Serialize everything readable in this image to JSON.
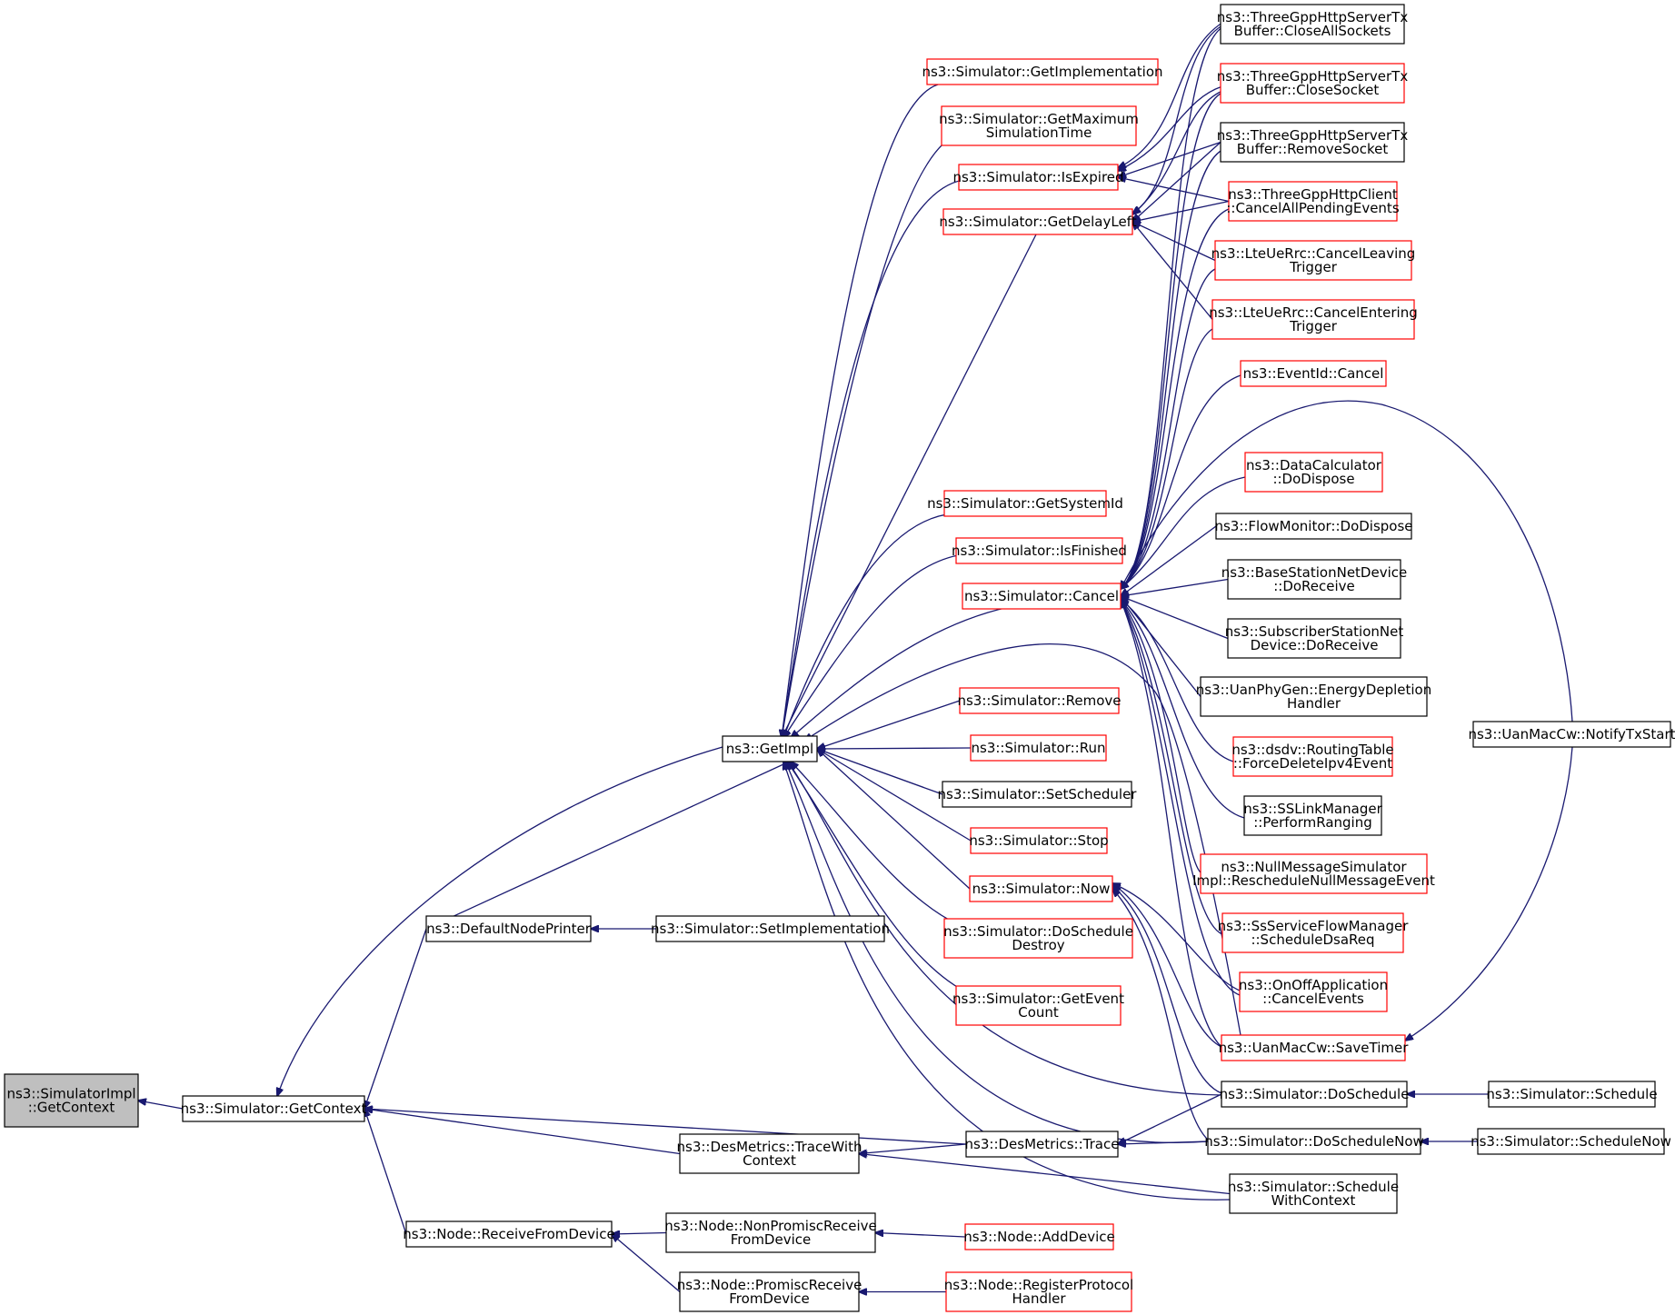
{
  "diagram": {
    "colors": {
      "edge": "#191970",
      "border_default": "#000000",
      "border_truncated": "#ff0000",
      "focus_fill": "#bfbfbf"
    },
    "nodes": [
      {
        "id": "n0",
        "lines": [
          "ns3::SimulatorImpl",
          "::GetContext"
        ],
        "border": "focus"
      },
      {
        "id": "n1",
        "lines": [
          "ns3::Simulator::GetContext"
        ],
        "border": "black"
      },
      {
        "id": "n2",
        "lines": [
          "ns3::DefaultNodePrinter"
        ],
        "border": "black"
      },
      {
        "id": "n3",
        "lines": [
          "ns3::Node::ReceiveFromDevice"
        ],
        "border": "black"
      },
      {
        "id": "n4",
        "lines": [
          "ns3::DesMetrics::TraceWith",
          "Context"
        ],
        "border": "black"
      },
      {
        "id": "n5",
        "lines": [
          "ns3::GetImpl"
        ],
        "border": "black"
      },
      {
        "id": "n6",
        "lines": [
          "ns3::Simulator::SetImplementation"
        ],
        "border": "black"
      },
      {
        "id": "n7",
        "lines": [
          "ns3::Node::NonPromiscReceive",
          "FromDevice"
        ],
        "border": "black"
      },
      {
        "id": "n8",
        "lines": [
          "ns3::Node::PromiscReceive",
          "FromDevice"
        ],
        "border": "black"
      },
      {
        "id": "n9",
        "lines": [
          "ns3::DesMetrics::Trace"
        ],
        "border": "black"
      },
      {
        "id": "n10",
        "lines": [
          "ns3::Simulator::GetImplementation"
        ],
        "border": "red"
      },
      {
        "id": "n11",
        "lines": [
          "ns3::Simulator::GetMaximum",
          "SimulationTime"
        ],
        "border": "red"
      },
      {
        "id": "n12",
        "lines": [
          "ns3::Simulator::IsExpired"
        ],
        "border": "red"
      },
      {
        "id": "n13",
        "lines": [
          "ns3::Simulator::GetDelayLeft"
        ],
        "border": "red"
      },
      {
        "id": "n14",
        "lines": [
          "ns3::Simulator::GetSystemId"
        ],
        "border": "red"
      },
      {
        "id": "n15",
        "lines": [
          "ns3::Simulator::IsFinished"
        ],
        "border": "red"
      },
      {
        "id": "n16",
        "lines": [
          "ns3::Simulator::Cancel"
        ],
        "border": "red"
      },
      {
        "id": "n17",
        "lines": [
          "ns3::Simulator::Remove"
        ],
        "border": "red"
      },
      {
        "id": "n18",
        "lines": [
          "ns3::Simulator::Run"
        ],
        "border": "red"
      },
      {
        "id": "n19",
        "lines": [
          "ns3::Simulator::SetScheduler"
        ],
        "border": "black"
      },
      {
        "id": "n20",
        "lines": [
          "ns3::Simulator::Stop"
        ],
        "border": "red"
      },
      {
        "id": "n21",
        "lines": [
          "ns3::Simulator::Now"
        ],
        "border": "red"
      },
      {
        "id": "n22",
        "lines": [
          "ns3::Simulator::DoSchedule",
          "Destroy"
        ],
        "border": "red"
      },
      {
        "id": "n23",
        "lines": [
          "ns3::Simulator::GetEvent",
          "Count"
        ],
        "border": "red"
      },
      {
        "id": "n24",
        "lines": [
          "ns3::Node::AddDevice"
        ],
        "border": "red"
      },
      {
        "id": "n25",
        "lines": [
          "ns3::Node::RegisterProtocol",
          "Handler"
        ],
        "border": "red"
      },
      {
        "id": "n26",
        "lines": [
          "ns3::ThreeGppHttpServerTx",
          "Buffer::CloseAllSockets"
        ],
        "border": "black"
      },
      {
        "id": "n27",
        "lines": [
          "ns3::ThreeGppHttpServerTx",
          "Buffer::CloseSocket"
        ],
        "border": "red"
      },
      {
        "id": "n28",
        "lines": [
          "ns3::ThreeGppHttpServerTx",
          "Buffer::RemoveSocket"
        ],
        "border": "black"
      },
      {
        "id": "n29",
        "lines": [
          "ns3::ThreeGppHttpClient",
          "::CancelAllPendingEvents"
        ],
        "border": "red"
      },
      {
        "id": "n30",
        "lines": [
          "ns3::LteUeRrc::CancelLeaving",
          "Trigger"
        ],
        "border": "red"
      },
      {
        "id": "n31",
        "lines": [
          "ns3::LteUeRrc::CancelEntering",
          "Trigger"
        ],
        "border": "red"
      },
      {
        "id": "n32",
        "lines": [
          "ns3::EventId::Cancel"
        ],
        "border": "red"
      },
      {
        "id": "n33",
        "lines": [
          "ns3::DataCalculator",
          "::DoDispose"
        ],
        "border": "red"
      },
      {
        "id": "n34",
        "lines": [
          "ns3::FlowMonitor::DoDispose"
        ],
        "border": "black"
      },
      {
        "id": "n35",
        "lines": [
          "ns3::BaseStationNetDevice",
          "::DoReceive"
        ],
        "border": "black"
      },
      {
        "id": "n36",
        "lines": [
          "ns3::SubscriberStationNet",
          "Device::DoReceive"
        ],
        "border": "black"
      },
      {
        "id": "n37",
        "lines": [
          "ns3::UanPhyGen::EnergyDepletion",
          "Handler"
        ],
        "border": "black"
      },
      {
        "id": "n38",
        "lines": [
          "ns3::dsdv::RoutingTable",
          "::ForceDeleteIpv4Event"
        ],
        "border": "red"
      },
      {
        "id": "n39",
        "lines": [
          "ns3::SSLinkManager",
          "::PerformRanging"
        ],
        "border": "black"
      },
      {
        "id": "n40",
        "lines": [
          "ns3::NullMessageSimulator",
          "Impl::RescheduleNullMessageEvent"
        ],
        "border": "red"
      },
      {
        "id": "n41",
        "lines": [
          "ns3::SsServiceFlowManager",
          "::ScheduleDsaReq"
        ],
        "border": "red"
      },
      {
        "id": "n42",
        "lines": [
          "ns3::OnOffApplication",
          "::CancelEvents"
        ],
        "border": "red"
      },
      {
        "id": "n43",
        "lines": [
          "ns3::UanMacCw::SaveTimer"
        ],
        "border": "red"
      },
      {
        "id": "n44",
        "lines": [
          "ns3::Simulator::DoSchedule"
        ],
        "border": "black"
      },
      {
        "id": "n45",
        "lines": [
          "ns3::Simulator::DoScheduleNow"
        ],
        "border": "black"
      },
      {
        "id": "n46",
        "lines": [
          "ns3::Simulator::Schedule",
          "WithContext"
        ],
        "border": "black"
      },
      {
        "id": "n47",
        "lines": [
          "ns3::UanMacCw::NotifyTxStart"
        ],
        "border": "black"
      },
      {
        "id": "n48",
        "lines": [
          "ns3::Simulator::Schedule"
        ],
        "border": "black"
      },
      {
        "id": "n49",
        "lines": [
          "ns3::Simulator::ScheduleNow"
        ],
        "border": "black"
      }
    ],
    "edges": [
      {
        "from": "n0",
        "to": "n1"
      },
      {
        "from": "n1",
        "to": "n5"
      },
      {
        "from": "n1",
        "to": "n2"
      },
      {
        "from": "n1",
        "to": "n3"
      },
      {
        "from": "n1",
        "to": "n4"
      },
      {
        "from": "n1",
        "to": "n9"
      },
      {
        "from": "n5",
        "to": "n2"
      },
      {
        "from": "n2",
        "to": "n6"
      },
      {
        "from": "n3",
        "to": "n7"
      },
      {
        "from": "n3",
        "to": "n8"
      },
      {
        "from": "n7",
        "to": "n24"
      },
      {
        "from": "n8",
        "to": "n25"
      },
      {
        "from": "n4",
        "to": "n9"
      },
      {
        "from": "n4",
        "to": "n46"
      },
      {
        "from": "n9",
        "to": "n44"
      },
      {
        "from": "n9",
        "to": "n45"
      },
      {
        "from": "n5",
        "to": "n10"
      },
      {
        "from": "n5",
        "to": "n11"
      },
      {
        "from": "n5",
        "to": "n12"
      },
      {
        "from": "n5",
        "to": "n13"
      },
      {
        "from": "n5",
        "to": "n14"
      },
      {
        "from": "n5",
        "to": "n15"
      },
      {
        "from": "n5",
        "to": "n16"
      },
      {
        "from": "n5",
        "to": "n17"
      },
      {
        "from": "n5",
        "to": "n18"
      },
      {
        "from": "n5",
        "to": "n19"
      },
      {
        "from": "n5",
        "to": "n20"
      },
      {
        "from": "n5",
        "to": "n21"
      },
      {
        "from": "n5",
        "to": "n22"
      },
      {
        "from": "n5",
        "to": "n23"
      },
      {
        "from": "n5",
        "to": "n44"
      },
      {
        "from": "n5",
        "to": "n45"
      },
      {
        "from": "n5",
        "to": "n46"
      },
      {
        "from": "n5",
        "to": "n43"
      },
      {
        "from": "n12",
        "to": "n26"
      },
      {
        "from": "n12",
        "to": "n27"
      },
      {
        "from": "n12",
        "to": "n28"
      },
      {
        "from": "n12",
        "to": "n29"
      },
      {
        "from": "n13",
        "to": "n26"
      },
      {
        "from": "n13",
        "to": "n27"
      },
      {
        "from": "n13",
        "to": "n28"
      },
      {
        "from": "n13",
        "to": "n29"
      },
      {
        "from": "n13",
        "to": "n30"
      },
      {
        "from": "n13",
        "to": "n31"
      },
      {
        "from": "n16",
        "to": "n26"
      },
      {
        "from": "n16",
        "to": "n27"
      },
      {
        "from": "n16",
        "to": "n28"
      },
      {
        "from": "n16",
        "to": "n29"
      },
      {
        "from": "n16",
        "to": "n30"
      },
      {
        "from": "n16",
        "to": "n31"
      },
      {
        "from": "n16",
        "to": "n32"
      },
      {
        "from": "n16",
        "to": "n47"
      },
      {
        "from": "n16",
        "to": "n33"
      },
      {
        "from": "n16",
        "to": "n34"
      },
      {
        "from": "n16",
        "to": "n35"
      },
      {
        "from": "n16",
        "to": "n36"
      },
      {
        "from": "n16",
        "to": "n37"
      },
      {
        "from": "n16",
        "to": "n38"
      },
      {
        "from": "n16",
        "to": "n39"
      },
      {
        "from": "n16",
        "to": "n40"
      },
      {
        "from": "n16",
        "to": "n41"
      },
      {
        "from": "n16",
        "to": "n42"
      },
      {
        "from": "n16",
        "to": "n43"
      },
      {
        "from": "n21",
        "to": "n42"
      },
      {
        "from": "n21",
        "to": "n43"
      },
      {
        "from": "n21",
        "to": "n44"
      },
      {
        "from": "n21",
        "to": "n45"
      },
      {
        "from": "n43",
        "to": "n47"
      },
      {
        "from": "n44",
        "to": "n48"
      },
      {
        "from": "n45",
        "to": "n49"
      }
    ]
  }
}
